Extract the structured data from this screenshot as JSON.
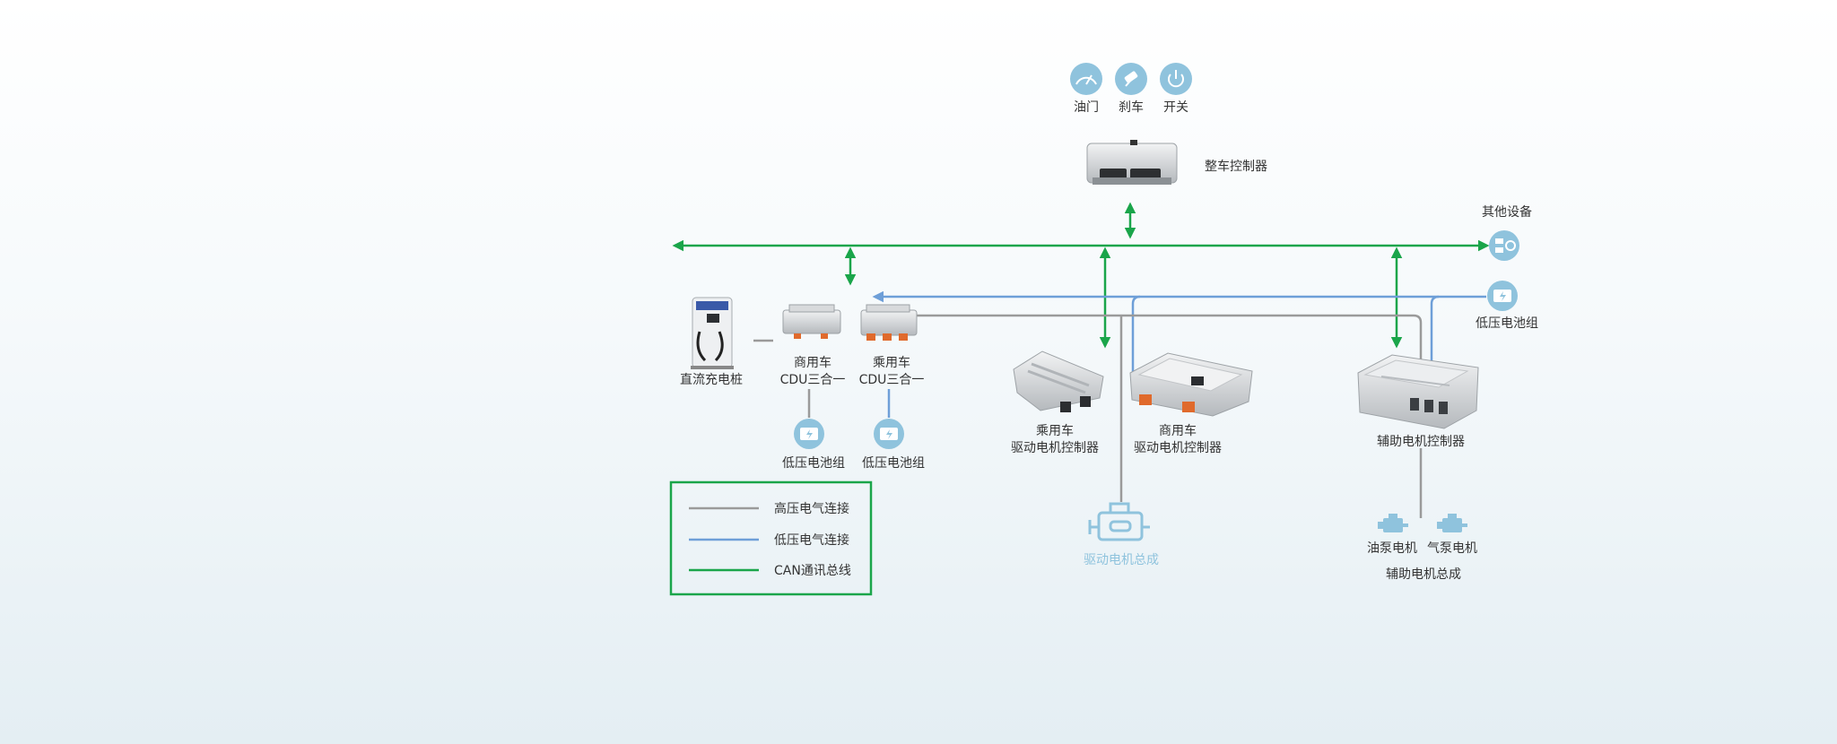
{
  "inputs": [
    {
      "label": "油门",
      "icon": "gauge-icon"
    },
    {
      "label": "刹车",
      "icon": "brake-pedal-icon"
    },
    {
      "label": "开关",
      "icon": "power-icon"
    }
  ],
  "vcu": {
    "label": "整车控制器"
  },
  "other_devices": {
    "label": "其他设备"
  },
  "lv_battery_right": {
    "label": "低压电池组"
  },
  "charger": {
    "label": "直流充电桩"
  },
  "cdu_commercial": {
    "line1": "商用车",
    "line2": "CDU三合一"
  },
  "cdu_passenger": {
    "line1": "乘用车",
    "line2": "CDU三合一"
  },
  "lv_battery_1": {
    "label": "低压电池组"
  },
  "lv_battery_2": {
    "label": "低压电池组"
  },
  "mcu_passenger": {
    "line1": "乘用车",
    "line2": "驱动电机控制器"
  },
  "mcu_commercial": {
    "line1": "商用车",
    "line2": "驱动电机控制器"
  },
  "drive_motor": {
    "label": "驱动电机总成"
  },
  "aux_controller": {
    "label": "辅助电机控制器"
  },
  "oil_pump": {
    "label": "油泵电机"
  },
  "air_pump": {
    "label": "气泵电机"
  },
  "aux_assembly": {
    "label": "辅助电机总成"
  },
  "legend": [
    {
      "label": "高压电气连接",
      "color": "#9a9a9a"
    },
    {
      "label": "低压电气连接",
      "color": "#6e9fd8"
    },
    {
      "label": "CAN通讯总线",
      "color": "#1aa54a"
    }
  ],
  "colors": {
    "can": "#1aa54a",
    "high_voltage": "#9a9a9a",
    "low_voltage": "#6e9fd8",
    "icon_fill": "#8fc3dd"
  }
}
